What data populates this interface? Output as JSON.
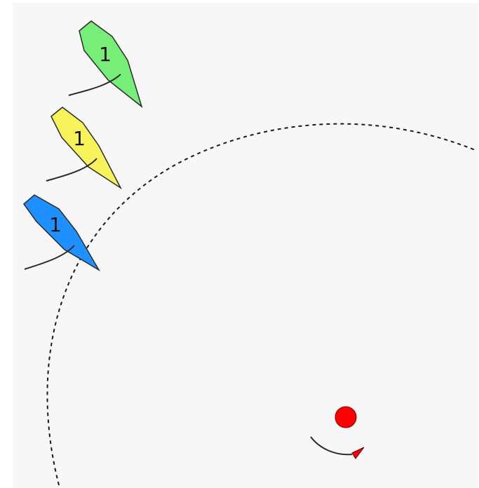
{
  "diagram": {
    "colors": {
      "background": "#f7f7f7",
      "zone_line": "#1a1a1a",
      "mark": "#ff0000"
    },
    "boats": [
      {
        "label": "1",
        "color": "#77ee77"
      },
      {
        "label": "1",
        "color": "#f8f35a"
      },
      {
        "label": "1",
        "color": "#1e90ff"
      }
    ]
  }
}
